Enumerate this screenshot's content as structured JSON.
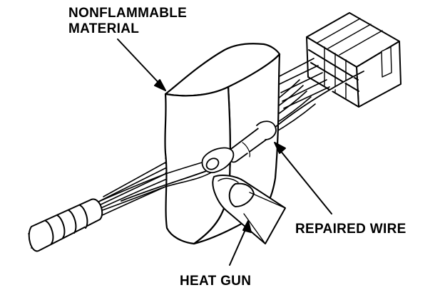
{
  "labels": {
    "nonflammable_line1": "NONFLAMMABLE",
    "nonflammable_line2": "MATERIAL",
    "repaired_wire": "REPAIRED WIRE",
    "heat_gun": "HEAT GUN"
  },
  "colors": {
    "ink": "#000000",
    "paper": "#ffffff"
  }
}
